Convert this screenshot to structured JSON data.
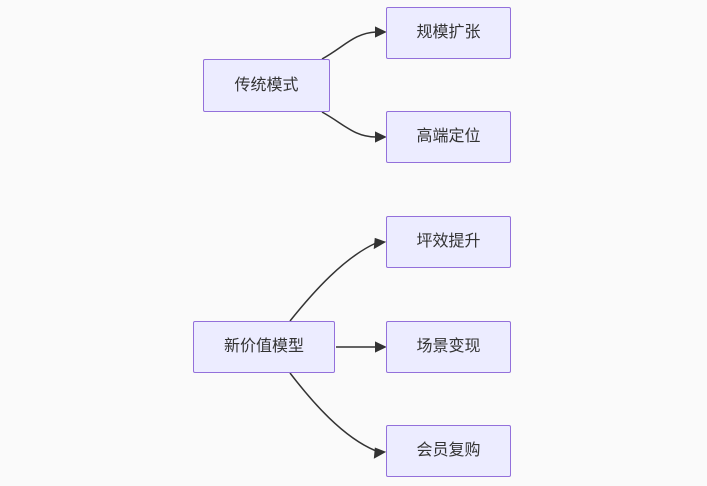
{
  "diagram": {
    "type": "flowchart",
    "direction": "left-to-right",
    "nodes": [
      {
        "id": "traditional-model",
        "label": "传统模式"
      },
      {
        "id": "scale-expansion",
        "label": "规模扩张"
      },
      {
        "id": "highend-positioning",
        "label": "高端定位"
      },
      {
        "id": "new-value-model",
        "label": "新价值模型"
      },
      {
        "id": "floor-efficiency",
        "label": "坪效提升"
      },
      {
        "id": "scene-monetization",
        "label": "场景变现"
      },
      {
        "id": "member-repurchase",
        "label": "会员复购"
      }
    ],
    "edges": [
      {
        "from": "传统模式",
        "to": "规模扩张"
      },
      {
        "from": "传统模式",
        "to": "高端定位"
      },
      {
        "from": "新价值模型",
        "to": "坪效提升"
      },
      {
        "from": "新价值模型",
        "to": "场景变现"
      },
      {
        "from": "新价值模型",
        "to": "会员复购"
      }
    ],
    "colors": {
      "background": "#fafafa",
      "node_fill": "#ECECFF",
      "node_border": "#9370DB",
      "edge": "#333333",
      "text": "#333333"
    }
  }
}
